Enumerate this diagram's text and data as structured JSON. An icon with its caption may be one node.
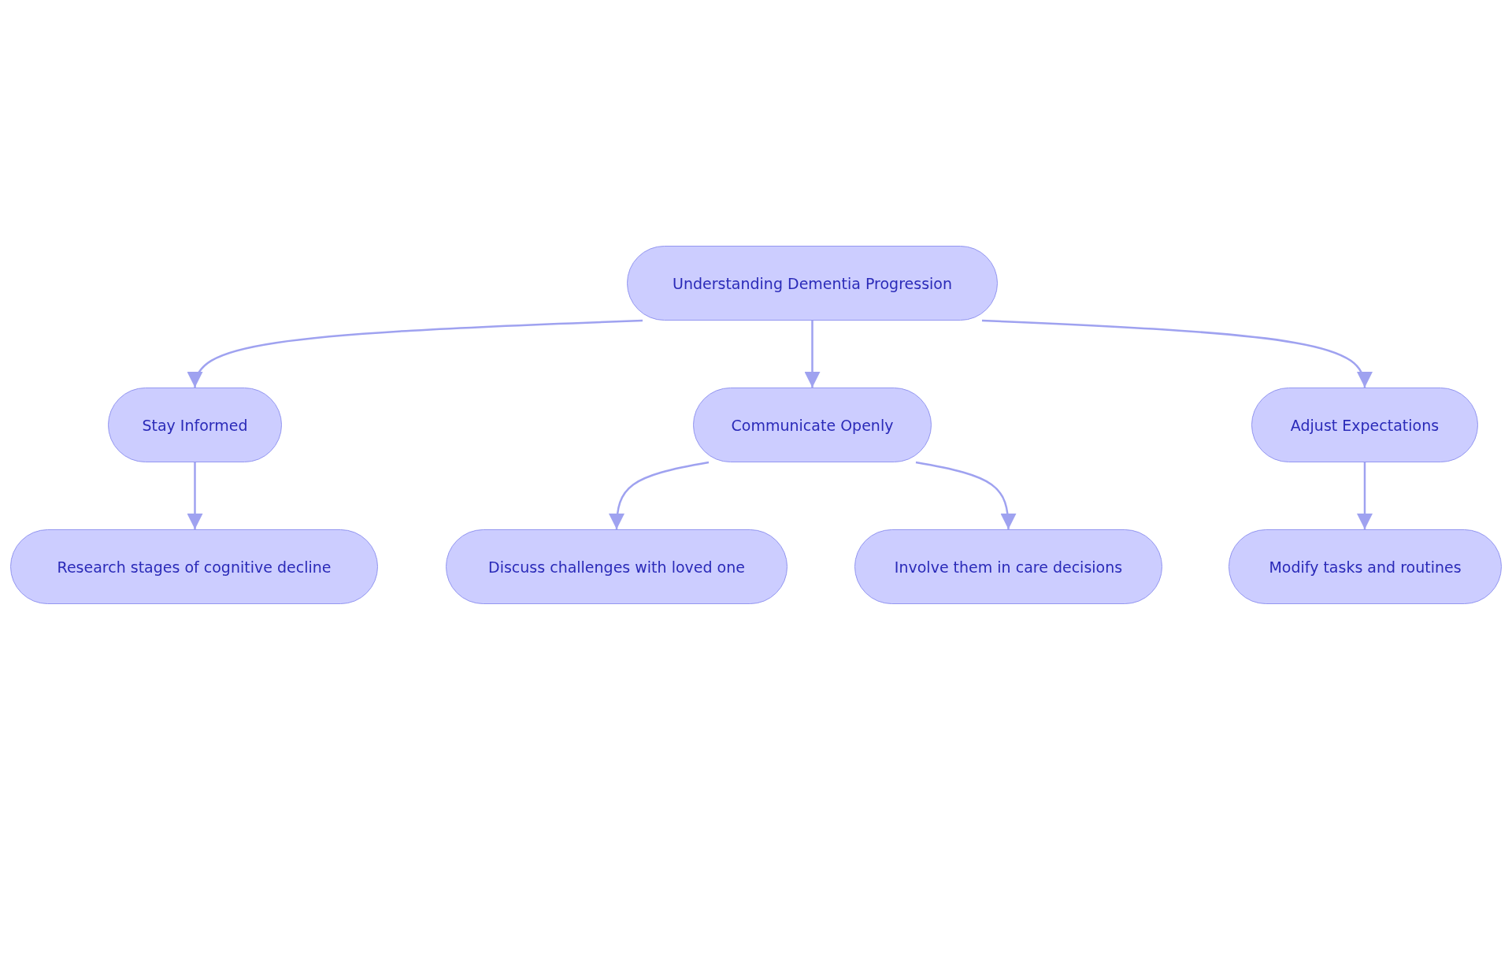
{
  "diagram": {
    "nodes": [
      {
        "text": [
          "Understanding Dementia Progression"
        ]
      },
      {
        "text": [
          "Stay Informed"
        ]
      },
      {
        "text": [
          "Communicate Openly"
        ]
      },
      {
        "text": [
          "Adjust Expectations"
        ]
      },
      {
        "text": [
          "Research stages of cognitive decline"
        ]
      },
      {
        "text": [
          "Discuss challenges with loved one"
        ]
      },
      {
        "text": [
          "Involve them in care decisions"
        ]
      },
      {
        "text": [
          "Modify tasks and routines"
        ]
      }
    ],
    "edges": [
      {
        "from": 0,
        "to": 1,
        "arrow": "to"
      },
      {
        "from": 0,
        "to": 2,
        "arrow": "to"
      },
      {
        "from": 0,
        "to": 3,
        "arrow": "to"
      },
      {
        "from": 1,
        "to": 4,
        "arrow": "to"
      },
      {
        "from": 2,
        "to": 5,
        "arrow": "to"
      },
      {
        "from": 2,
        "to": 6,
        "arrow": "to"
      },
      {
        "from": 3,
        "to": 7,
        "arrow": "to"
      }
    ]
  }
}
